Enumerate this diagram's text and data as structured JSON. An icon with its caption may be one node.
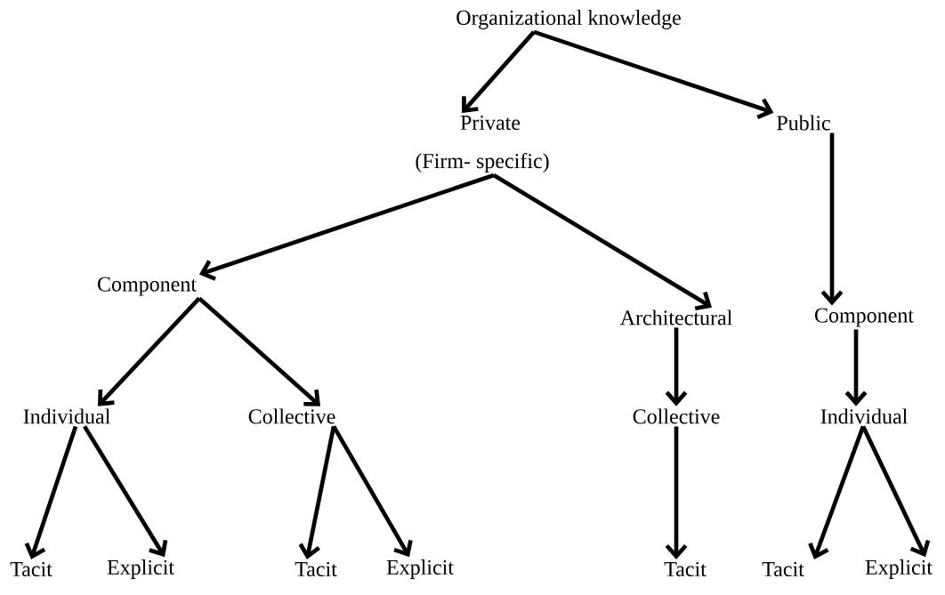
{
  "diagram": {
    "nodes": [
      {
        "text": [
          "Organizational knowledge"
        ]
      },
      {
        "text": [
          "Private"
        ]
      },
      {
        "text": [
          "Public"
        ]
      },
      {
        "text": [
          "(Firm- specific)"
        ]
      },
      {
        "text": [
          "Component"
        ]
      },
      {
        "text": [
          "Architectural"
        ]
      },
      {
        "text": [
          "Component"
        ]
      },
      {
        "text": [
          "Individual"
        ]
      },
      {
        "text": [
          "Collective"
        ]
      },
      {
        "text": [
          "Collective"
        ]
      },
      {
        "text": [
          "Individual"
        ]
      },
      {
        "text": [
          "Tacit"
        ]
      },
      {
        "text": [
          "Explicit"
        ]
      },
      {
        "text": [
          "Tacit"
        ]
      },
      {
        "text": [
          "Explicit"
        ]
      },
      {
        "text": [
          "Tacit"
        ]
      },
      {
        "text": [
          "Tacit"
        ]
      },
      {
        "text": [
          "Explicit"
        ]
      }
    ],
    "edges": [
      {
        "from": 0,
        "to": 1,
        "arrow": "to"
      },
      {
        "from": 0,
        "to": 2,
        "arrow": "to"
      },
      {
        "from": 2,
        "to": 6,
        "arrow": "to"
      },
      {
        "from": 3,
        "to": 4,
        "arrow": "to"
      },
      {
        "from": 3,
        "to": 5,
        "arrow": "to"
      },
      {
        "from": 4,
        "to": 7,
        "arrow": "to"
      },
      {
        "from": 4,
        "to": 8,
        "arrow": "to"
      },
      {
        "from": 5,
        "to": 9,
        "arrow": "to"
      },
      {
        "from": 6,
        "to": 10,
        "arrow": "to"
      },
      {
        "from": 7,
        "to": 11,
        "arrow": "to"
      },
      {
        "from": 7,
        "to": 12,
        "arrow": "to"
      },
      {
        "from": 8,
        "to": 13,
        "arrow": "to"
      },
      {
        "from": 8,
        "to": 14,
        "arrow": "to"
      },
      {
        "from": 9,
        "to": 15,
        "arrow": "to"
      },
      {
        "from": 10,
        "to": 16,
        "arrow": "to"
      },
      {
        "from": 10,
        "to": 17,
        "arrow": "to"
      }
    ]
  }
}
